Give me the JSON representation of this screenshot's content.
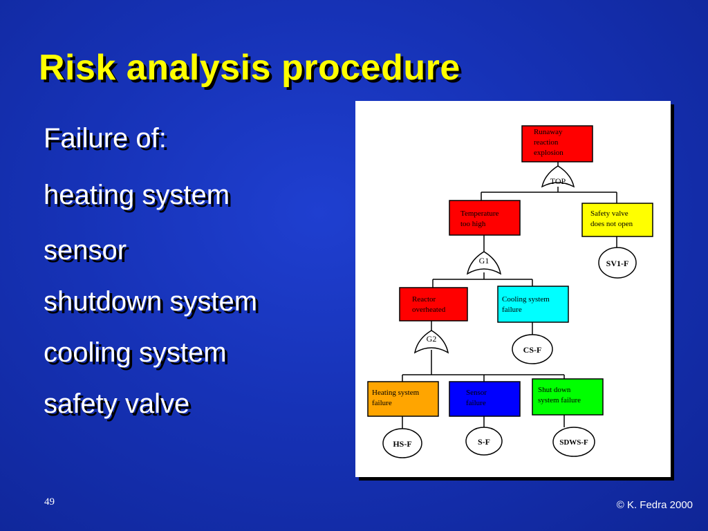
{
  "slide": {
    "title": "Risk analysis procedure",
    "page_number": "49",
    "copyright": "© K. Fedra 2000"
  },
  "bullets": [
    "Failure of:",
    "heating system",
    "sensor",
    "shutdown system",
    "cooling system",
    "safety valve"
  ],
  "fault_tree": {
    "top_event": {
      "lines": [
        "Runaway",
        "reaction",
        "explosion"
      ],
      "color": "#ff0000"
    },
    "top_gate": "TOP",
    "temperature": {
      "lines": [
        "Temperature",
        "too high"
      ],
      "color": "#ff0000"
    },
    "safety_valve": {
      "lines": [
        "Safety valve",
        "does not open"
      ],
      "color": "#ffff00"
    },
    "sv1_event": "SV1-F",
    "g1_gate": "G1",
    "reactor": {
      "lines": [
        "Reactor",
        "overheated"
      ],
      "color": "#ff0000"
    },
    "cooling": {
      "lines": [
        "Cooling  system",
        "failure"
      ],
      "color": "#00ffff"
    },
    "cs_event": "CS-F",
    "g2_gate": "G2",
    "heating": {
      "lines": [
        "Heating  system",
        "failure"
      ],
      "color": "#ffa500"
    },
    "sensor": {
      "lines": [
        "Sensor",
        "failure"
      ],
      "color": "#0000ff"
    },
    "shutdown": {
      "lines": [
        "Shut down",
        "system failure"
      ],
      "color": "#00ff00"
    },
    "hs_event": "HS-F",
    "s_event": "S-F",
    "sdws_event": "SDWS-F"
  }
}
